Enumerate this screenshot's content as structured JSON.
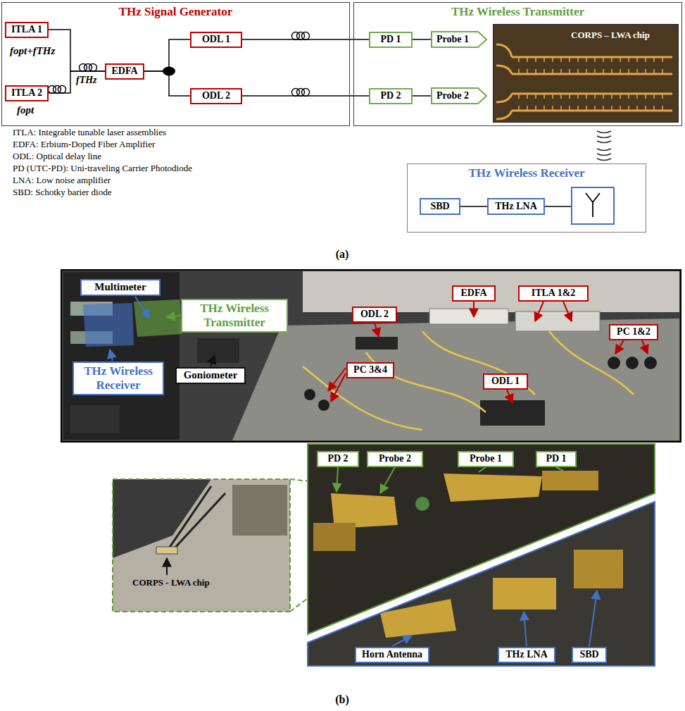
{
  "diagram": {
    "nodes": [
      {
        "text": [
          "THz Signal Generator"
        ]
      },
      {
        "text": [
          "ITLA 1"
        ],
        "in": 0
      },
      {
        "text": [
          "ITLA 2"
        ],
        "in": 0
      },
      {
        "text": [
          "EDFA"
        ],
        "in": 0
      },
      {
        "text": [
          "ODL 1"
        ],
        "in": 0
      },
      {
        "text": [
          "ODL 2"
        ],
        "in": 0
      },
      {
        "text": [
          "THz Wireless Transmitter"
        ]
      },
      {
        "text": [
          "PD 1"
        ],
        "in": 6
      },
      {
        "text": [
          "Probe 1"
        ],
        "in": 6
      },
      {
        "text": [
          "CORPS – LWA chip"
        ],
        "in": 6
      },
      {
        "text": [
          "PD 2"
        ],
        "in": 6
      },
      {
        "text": [
          "Probe 2"
        ],
        "in": 6
      },
      {
        "text": [
          "THz Wireless Receiver"
        ]
      },
      {
        "text": [
          "SBD"
        ],
        "in": 12
      },
      {
        "text": [
          "THz LNA"
        ],
        "in": 12
      },
      {
        "text": [
          "Multimeter"
        ]
      },
      {
        "text": [
          "THz Wireless Transmitter"
        ]
      },
      {
        "text": [
          "EDFA"
        ]
      },
      {
        "text": [
          "ITLA 1&2"
        ]
      },
      {
        "text": [
          "ODL 2"
        ]
      },
      {
        "text": [
          "PC 1&2"
        ]
      },
      {
        "text": [
          "PC 3&4"
        ]
      },
      {
        "text": [
          "ODL 1"
        ]
      },
      {
        "text": [
          "THz Wireless Receiver"
        ]
      },
      {
        "text": [
          "Goniometer"
        ]
      },
      {
        "text": [
          "PD 2"
        ]
      },
      {
        "text": [
          "Probe 2"
        ]
      },
      {
        "text": [
          "Probe 1"
        ]
      },
      {
        "text": [
          "PD 1"
        ]
      },
      {
        "text": [
          "Horn Antenna"
        ]
      },
      {
        "text": [
          "THz LNA"
        ]
      },
      {
        "text": [
          "SBD"
        ]
      }
    ],
    "edges": [
      {
        "from": 1,
        "to": 3,
        "arrow": "none"
      },
      {
        "from": 2,
        "to": 3,
        "arrow": "none"
      },
      {
        "from": 3,
        "to": 4,
        "arrow": "none"
      },
      {
        "from": 3,
        "to": 5,
        "arrow": "none"
      },
      {
        "from": 4,
        "to": 7,
        "arrow": "none"
      },
      {
        "from": 5,
        "to": 10,
        "arrow": "none"
      },
      {
        "from": 7,
        "to": 8,
        "arrow": "none"
      },
      {
        "from": 10,
        "to": 11,
        "arrow": "none"
      },
      {
        "from": 13,
        "to": 14,
        "arrow": "none"
      }
    ],
    "labels": [
      "fopt+fTHz",
      "fTHz",
      "fopt",
      "ITLA: Integrable tunable laser assemblies",
      "EDFA: Erbium-Doped Fiber Amplifier",
      "ODL: Optical delay line",
      "PD (UTC-PD): Uni-traveling Carrier Photodiode",
      "LNA: Low noise amplifier",
      "SBD: Schotky barier diode",
      "(a)",
      "CORPS - LWA chip",
      "(b)"
    ]
  }
}
